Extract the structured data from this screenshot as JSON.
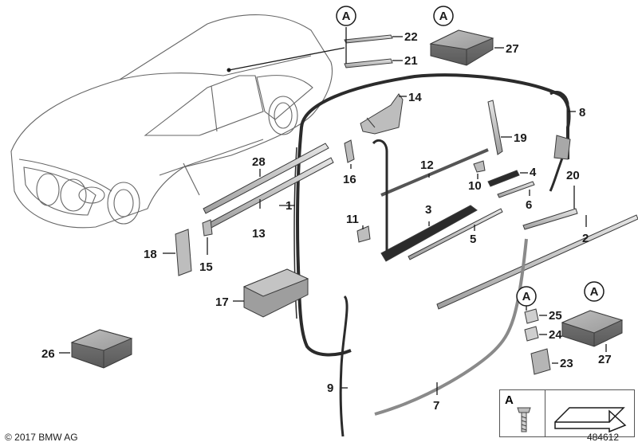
{
  "diagram": {
    "callouts": {
      "n1": "1",
      "n2": "2",
      "n3": "3",
      "n4": "4",
      "n5": "5",
      "n6": "6",
      "n7": "7",
      "n8": "8",
      "n9": "9",
      "n10": "10",
      "n11": "11",
      "n12": "12",
      "n13": "13",
      "n14": "14",
      "n15": "15",
      "n16": "16",
      "n17": "17",
      "n18": "18",
      "n19": "19",
      "n20": "20",
      "n21": "21",
      "n22": "22",
      "n23": "23",
      "n24": "24",
      "n25": "25",
      "n26": "26",
      "n27": "27",
      "n27b": "27",
      "n28": "28"
    },
    "marker_letter": "A",
    "legend": {
      "letter": "A"
    },
    "footer": {
      "copyright": "© 2017 BMW AG",
      "document_number": "484612"
    }
  },
  "colors": {
    "line": "#1a1a1a",
    "part_fill": "#c8c8c8",
    "seal_dark": "#2b2b2b",
    "box_fill": "#8c8c8c"
  }
}
